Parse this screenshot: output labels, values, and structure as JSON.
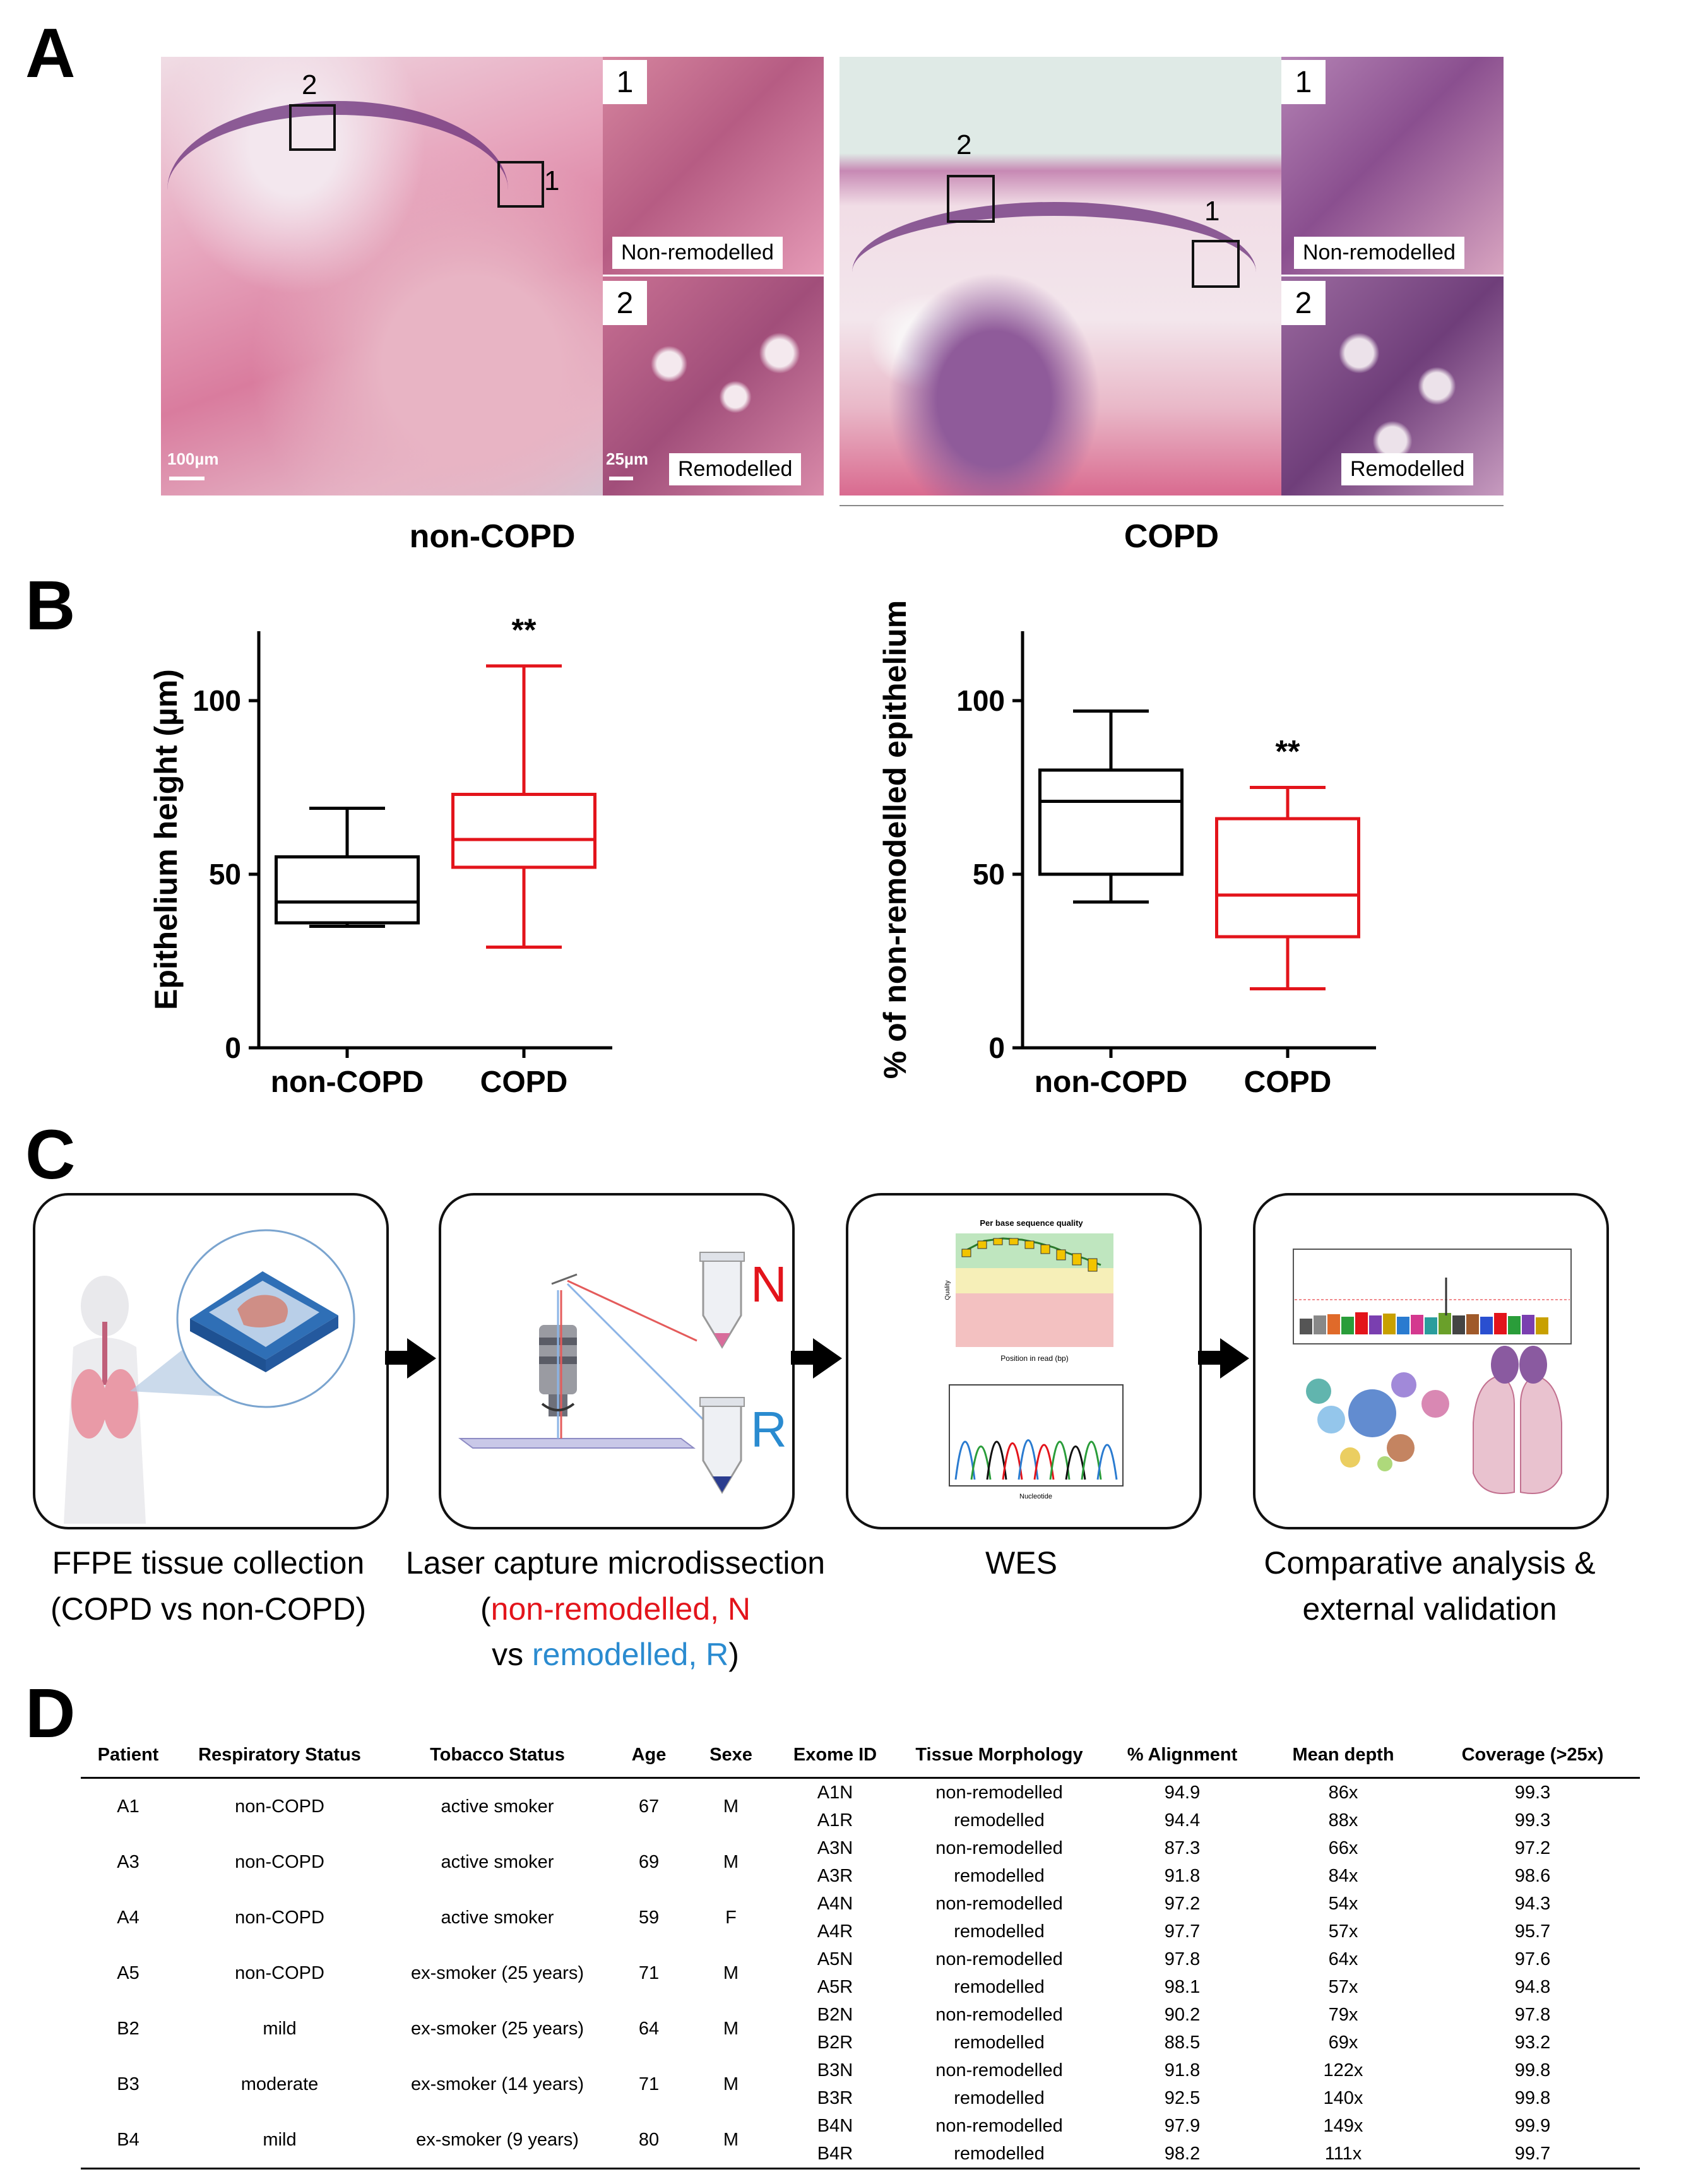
{
  "panels": {
    "a": "A",
    "b": "B",
    "c": "C",
    "d": "D"
  },
  "panel_a": {
    "groups": [
      {
        "title": "non-COPD",
        "markers": [
          "2",
          "1"
        ],
        "scale_main": "100µm",
        "scale_inset": "25µm",
        "insets": [
          {
            "num": "1",
            "caption": "Non-remodelled"
          },
          {
            "num": "2",
            "caption": "Remodelled"
          }
        ]
      },
      {
        "title": "COPD",
        "markers": [
          "2",
          "1"
        ],
        "insets": [
          {
            "num": "1",
            "caption": "Non-remodelled"
          },
          {
            "num": "2",
            "caption": "Remodelled"
          }
        ]
      }
    ]
  },
  "chart_data": [
    {
      "type": "box",
      "ylabel": "Epithelium height (µm)",
      "categories": [
        "non-COPD",
        "COPD"
      ],
      "ylim": [
        0,
        120
      ],
      "yticks": [
        "0",
        "50",
        "100"
      ],
      "series": [
        {
          "category": "non-COPD",
          "color": "#000000",
          "min": 35,
          "q1": 36,
          "median": 42,
          "q3": 55,
          "max": 69
        },
        {
          "category": "COPD",
          "color": "#e3141b",
          "min": 29,
          "q1": 52,
          "median": 60,
          "q3": 73,
          "max": 110
        }
      ],
      "annotations": [
        {
          "category": "COPD",
          "text": "**"
        }
      ]
    },
    {
      "type": "box",
      "ylabel": "% of non-remodelled epithelium",
      "categories": [
        "non-COPD",
        "COPD"
      ],
      "ylim": [
        0,
        120
      ],
      "yticks": [
        "0",
        "50",
        "100"
      ],
      "series": [
        {
          "category": "non-COPD",
          "color": "#000000",
          "min": 42,
          "q1": 50,
          "median": 71,
          "q3": 80,
          "max": 97
        },
        {
          "category": "COPD",
          "color": "#e3141b",
          "min": 17,
          "q1": 32,
          "median": 44,
          "q3": 66,
          "max": 75
        }
      ],
      "annotations": [
        {
          "category": "COPD",
          "text": "**"
        }
      ]
    }
  ],
  "panel_c": {
    "tube_labels": [
      "N",
      "R"
    ],
    "qc_plot_title": "Per base sequence quality",
    "qc_xlabel": "Position in read (bp)",
    "qc_ylabel": "Quality",
    "trace_xlabel": "Nucleotide",
    "colors": {
      "red": "#e3141b",
      "blue": "#2a8bd0"
    },
    "steps": [
      {
        "line1": "FFPE tissue collection",
        "line2": "(COPD vs non-COPD)"
      },
      {
        "line1": "Laser capture microdissection",
        "line2_red": "non-remodelled, N",
        "line3_pre": "vs ",
        "line3_blue": "remodelled, R",
        "paren_open": "(",
        "paren_close": ")"
      },
      {
        "line1": "WES"
      },
      {
        "line1": "Comparative analysis &",
        "line2": "external validation"
      }
    ]
  },
  "table": {
    "columns": [
      "Patient",
      "Respiratory Status",
      "Tobacco Status",
      "Age",
      "Sexe",
      "Exome ID",
      "Tissue Morphology",
      "% Alignment",
      "Mean depth",
      "Coverage (>25x)"
    ],
    "patients": [
      {
        "id": "A1",
        "status": "non-COPD",
        "tobacco": "active smoker",
        "age": "67",
        "sex": "M",
        "exomes": [
          [
            "A1N",
            "non-remodelled",
            "94.9",
            "86x",
            "99.3"
          ],
          [
            "A1R",
            "remodelled",
            "94.4",
            "88x",
            "99.3"
          ]
        ]
      },
      {
        "id": "A3",
        "status": "non-COPD",
        "tobacco": "active smoker",
        "age": "69",
        "sex": "M",
        "exomes": [
          [
            "A3N",
            "non-remodelled",
            "87.3",
            "66x",
            "97.2"
          ],
          [
            "A3R",
            "remodelled",
            "91.8",
            "84x",
            "98.6"
          ]
        ]
      },
      {
        "id": "A4",
        "status": "non-COPD",
        "tobacco": "active smoker",
        "age": "59",
        "sex": "F",
        "exomes": [
          [
            "A4N",
            "non-remodelled",
            "97.2",
            "54x",
            "94.3"
          ],
          [
            "A4R",
            "remodelled",
            "97.7",
            "57x",
            "95.7"
          ]
        ]
      },
      {
        "id": "A5",
        "status": "non-COPD",
        "tobacco": "ex-smoker (25 years)",
        "age": "71",
        "sex": "M",
        "exomes": [
          [
            "A5N",
            "non-remodelled",
            "97.8",
            "64x",
            "97.6"
          ],
          [
            "A5R",
            "remodelled",
            "98.1",
            "57x",
            "94.8"
          ]
        ]
      },
      {
        "id": "B2",
        "status": "mild",
        "tobacco": "ex-smoker (25 years)",
        "age": "64",
        "sex": "M",
        "exomes": [
          [
            "B2N",
            "non-remodelled",
            "90.2",
            "79x",
            "97.8"
          ],
          [
            "B2R",
            "remodelled",
            "88.5",
            "69x",
            "93.2"
          ]
        ]
      },
      {
        "id": "B3",
        "status": "moderate",
        "tobacco": "ex-smoker (14 years)",
        "age": "71",
        "sex": "M",
        "exomes": [
          [
            "B3N",
            "non-remodelled",
            "91.8",
            "122x",
            "99.8"
          ],
          [
            "B3R",
            "remodelled",
            "92.5",
            "140x",
            "99.8"
          ]
        ]
      },
      {
        "id": "B4",
        "status": "mild",
        "tobacco": "ex-smoker (9 years)",
        "age": "80",
        "sex": "M",
        "exomes": [
          [
            "B4N",
            "non-remodelled",
            "97.9",
            "149x",
            "99.9"
          ],
          [
            "B4R",
            "remodelled",
            "98.2",
            "111x",
            "99.7"
          ]
        ]
      }
    ]
  }
}
